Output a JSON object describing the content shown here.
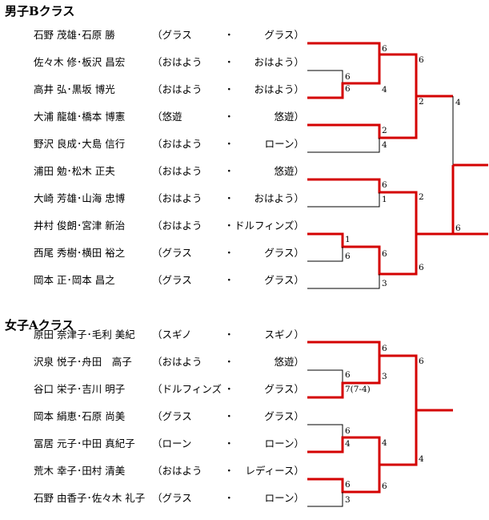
{
  "sections": [
    {
      "title": "男子Bクラス",
      "entries": [
        {
          "players": "石野 茂雄･石原 勝",
          "club_left": "（グラス",
          "club_right": "グラス）"
        },
        {
          "players": "佐々木 修･板沢 昌宏",
          "club_left": "（おはよう",
          "club_right": "おはよう）"
        },
        {
          "players": "高井 弘･黒坂 博光",
          "club_left": "（おはよう",
          "club_right": "おはよう）"
        },
        {
          "players": "大浦 龍雄･橋本 博憲",
          "club_left": "（悠遊",
          "club_right": "悠遊）"
        },
        {
          "players": "野沢 良成･大島 信行",
          "club_left": "（おはよう",
          "club_right": "ローン）"
        },
        {
          "players": "浦田 勉･松木 正夫",
          "club_left": "（おはよう",
          "club_right": "悠遊）"
        },
        {
          "players": "大崎 芳雄･山海 忠博",
          "club_left": "（おはよう",
          "club_right": "おはよう）"
        },
        {
          "players": "井村 俊朗･宮津 新治",
          "club_left": "（おはよう",
          "club_right": "ドルフィンズ）"
        },
        {
          "players": "西尾 秀樹･横田 裕之",
          "club_left": "（グラス",
          "club_right": "グラス）"
        },
        {
          "players": "岡本 正･岡本 昌之",
          "club_left": "（グラス",
          "club_right": "グラス）"
        }
      ],
      "scores": [
        "6",
        "6",
        "2",
        "4",
        "6",
        "6",
        "4",
        "2",
        "4",
        "6",
        "1",
        "2",
        "6",
        "1",
        "6",
        "3",
        "6",
        "6"
      ]
    },
    {
      "title": "女子Aクラス",
      "entries": [
        {
          "players": "原田 奈津子･毛利 美紀",
          "club_left": "（スギノ",
          "club_right": "スギノ）"
        },
        {
          "players": "沢泉 悦子･舟田　高子",
          "club_left": "（おはよう",
          "club_right": "悠遊）"
        },
        {
          "players": "谷口 栄子･吉川 明子",
          "club_left": "（ドルフィンズ",
          "club_right": "グラス）"
        },
        {
          "players": "岡本 絹恵･石原 尚美",
          "club_left": "（グラス",
          "club_right": "グラス）"
        },
        {
          "players": "冨居 元子･中田 真紀子",
          "club_left": "（ローン",
          "club_right": "ローン）"
        },
        {
          "players": "荒木 幸子･田村 清美",
          "club_left": "（おはよう",
          "club_right": "レディース）"
        },
        {
          "players": "石野 由香子･佐々木 礼子",
          "club_left": "（グラス",
          "club_right": "ローン）"
        }
      ],
      "scores": [
        "6",
        "6",
        "6",
        "3",
        "7(7-4)",
        "4",
        "6",
        "4",
        "4",
        "6",
        "6",
        "3"
      ]
    }
  ],
  "separator": "・",
  "colors": {
    "winner": "#d40000",
    "loser": "#000000"
  }
}
